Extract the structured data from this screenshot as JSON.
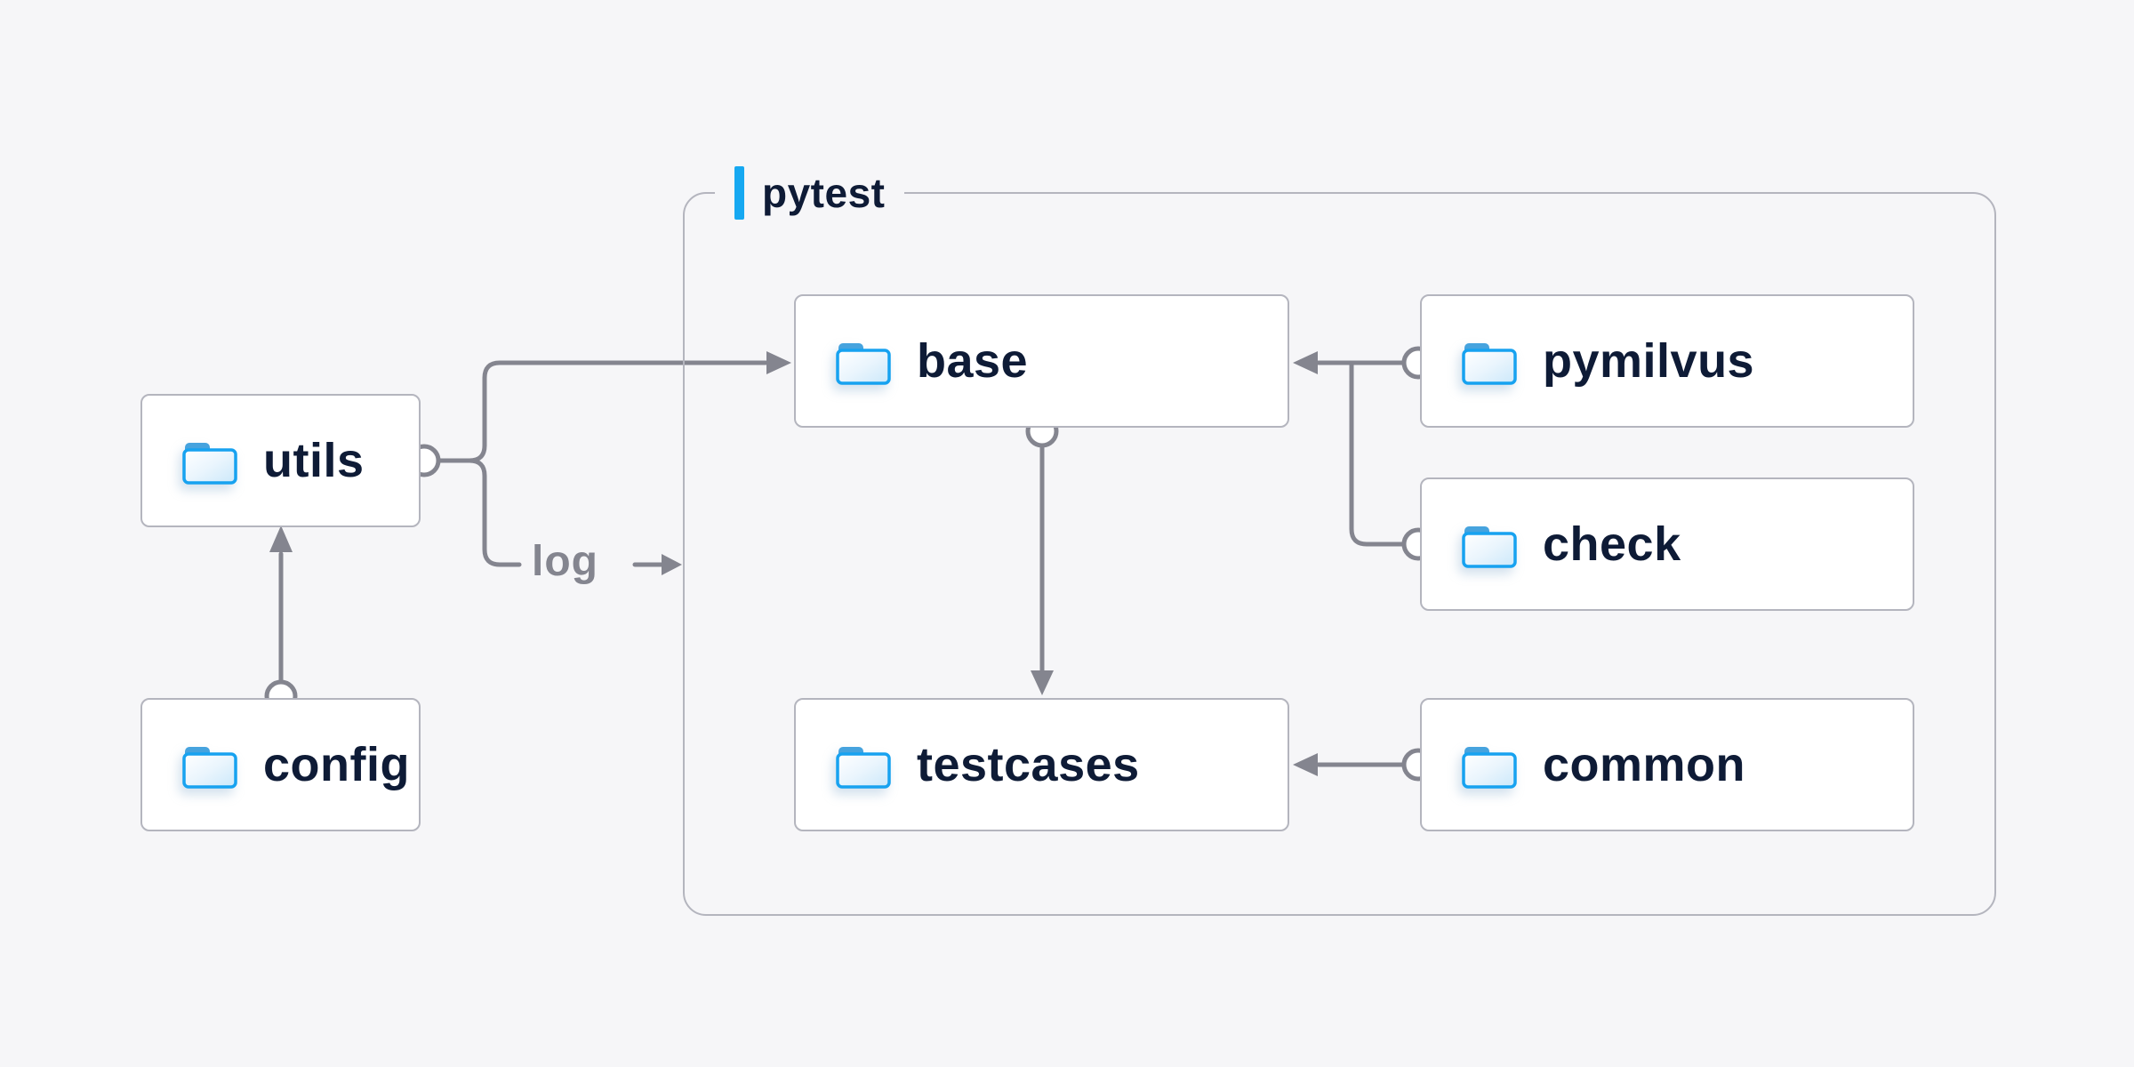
{
  "page": {
    "background": "#F6F6F8"
  },
  "group": {
    "label": "pytest",
    "accent_color": "#16A8F1",
    "children": [
      "base",
      "pymilvus",
      "check",
      "testcases",
      "common"
    ]
  },
  "nodes": [
    {
      "id": "utils",
      "label": "utils",
      "icon": "folder-icon"
    },
    {
      "id": "config",
      "label": "config",
      "icon": "folder-icon"
    },
    {
      "id": "base",
      "label": "base",
      "icon": "folder-icon"
    },
    {
      "id": "pymilvus",
      "label": "pymilvus",
      "icon": "folder-icon"
    },
    {
      "id": "check",
      "label": "check",
      "icon": "folder-icon"
    },
    {
      "id": "testcases",
      "label": "testcases",
      "icon": "folder-icon"
    },
    {
      "id": "common",
      "label": "common",
      "icon": "folder-icon"
    }
  ],
  "edge_labels": {
    "log": "log"
  },
  "edges": [
    {
      "from": "config",
      "to": "utils"
    },
    {
      "from": "utils",
      "to": "base"
    },
    {
      "from": "utils",
      "to": "log",
      "label": "log"
    },
    {
      "from": "pymilvus",
      "to": "base"
    },
    {
      "from": "check",
      "to": "base"
    },
    {
      "from": "base",
      "to": "testcases"
    },
    {
      "from": "common",
      "to": "testcases"
    }
  ],
  "colors": {
    "background": "#F6F6F8",
    "node_fill": "#FFFFFF",
    "node_border": "#B4B5BE",
    "node_text": "#0E1B36",
    "wire": "#84858F",
    "accent": "#16A8F1",
    "folder_stroke": "#17A2F0",
    "folder_tab": "#46A3DE"
  }
}
